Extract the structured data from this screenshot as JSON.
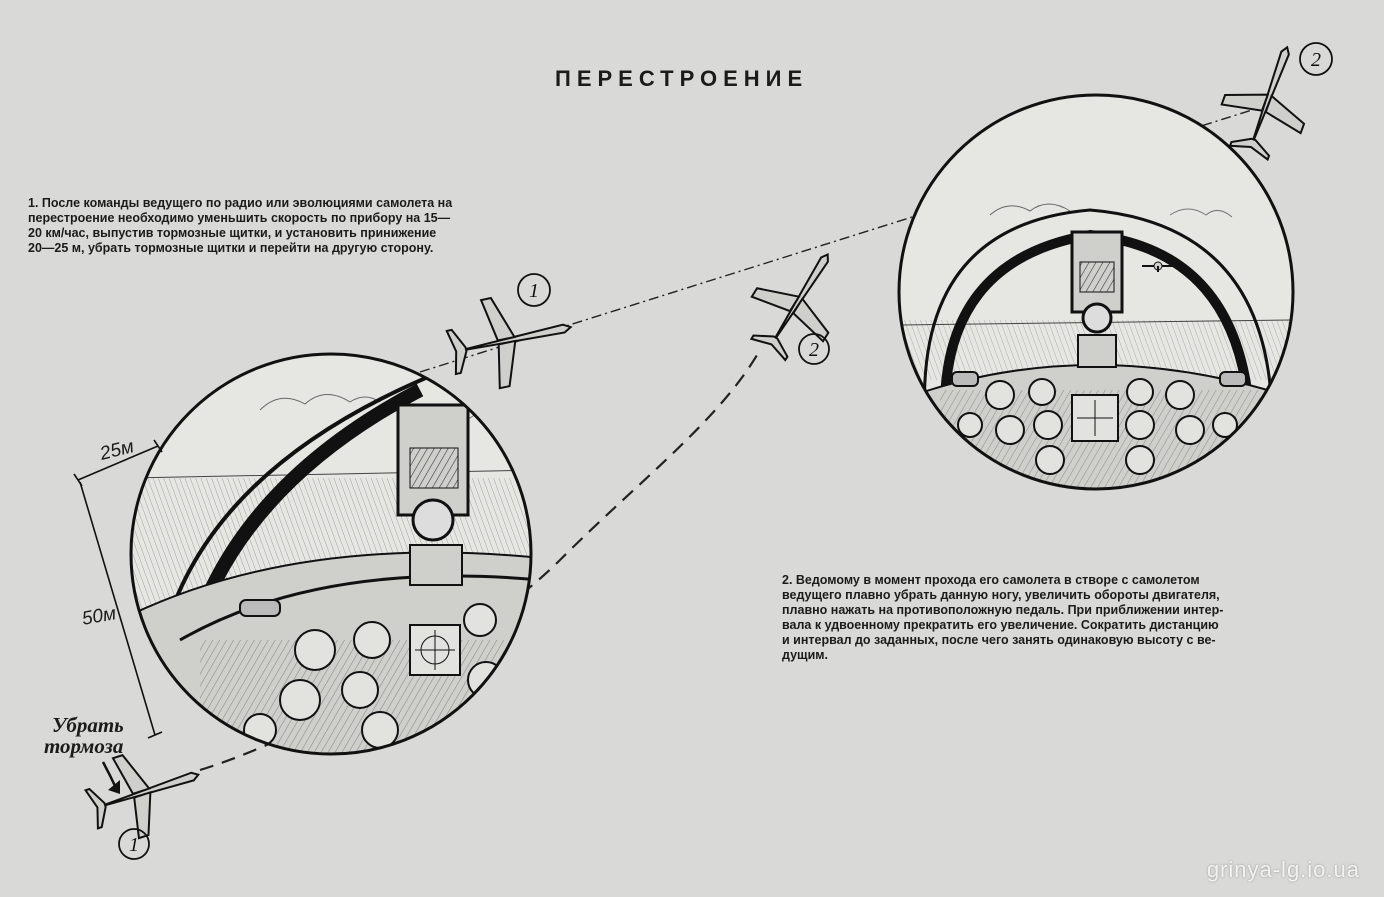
{
  "title": "ПЕРЕСТРОЕНИЕ",
  "paragraph1": [
    "1. После команды ведущего по радио или эволюциями самолета на",
    "перестроение необходимо уменьшить скорость по прибору на 15—",
    "20 км/час, выпустив тормозные щитки, и установить принижение",
    "20—25 м, убрать тормозные щитки и перейти на другую сторону."
  ],
  "paragraph2": [
    "2. Ведомому в момент прохода его самолета в створе с самолетом",
    "ведущего плавно убрать данную ногу, увеличить обороты двигателя,",
    "плавно нажать на противоположную педаль. При приближении интер-",
    "вала к удвоенному прекратить его увеличение. Сократить дистанцию",
    "и интервал до заданных, после чего занять одинаковую высоту с ве-",
    "дущим."
  ],
  "labels": {
    "distance_25": "25м",
    "distance_50": "50м",
    "brake_line1": "Убрать",
    "brake_line2": "тормоза"
  },
  "markers": {
    "plane1": "1",
    "plane2": "2"
  },
  "watermark": "grinya-lg.io.ua",
  "colors": {
    "paper": "#d9d9d7",
    "ink": "#1b1b1b"
  }
}
